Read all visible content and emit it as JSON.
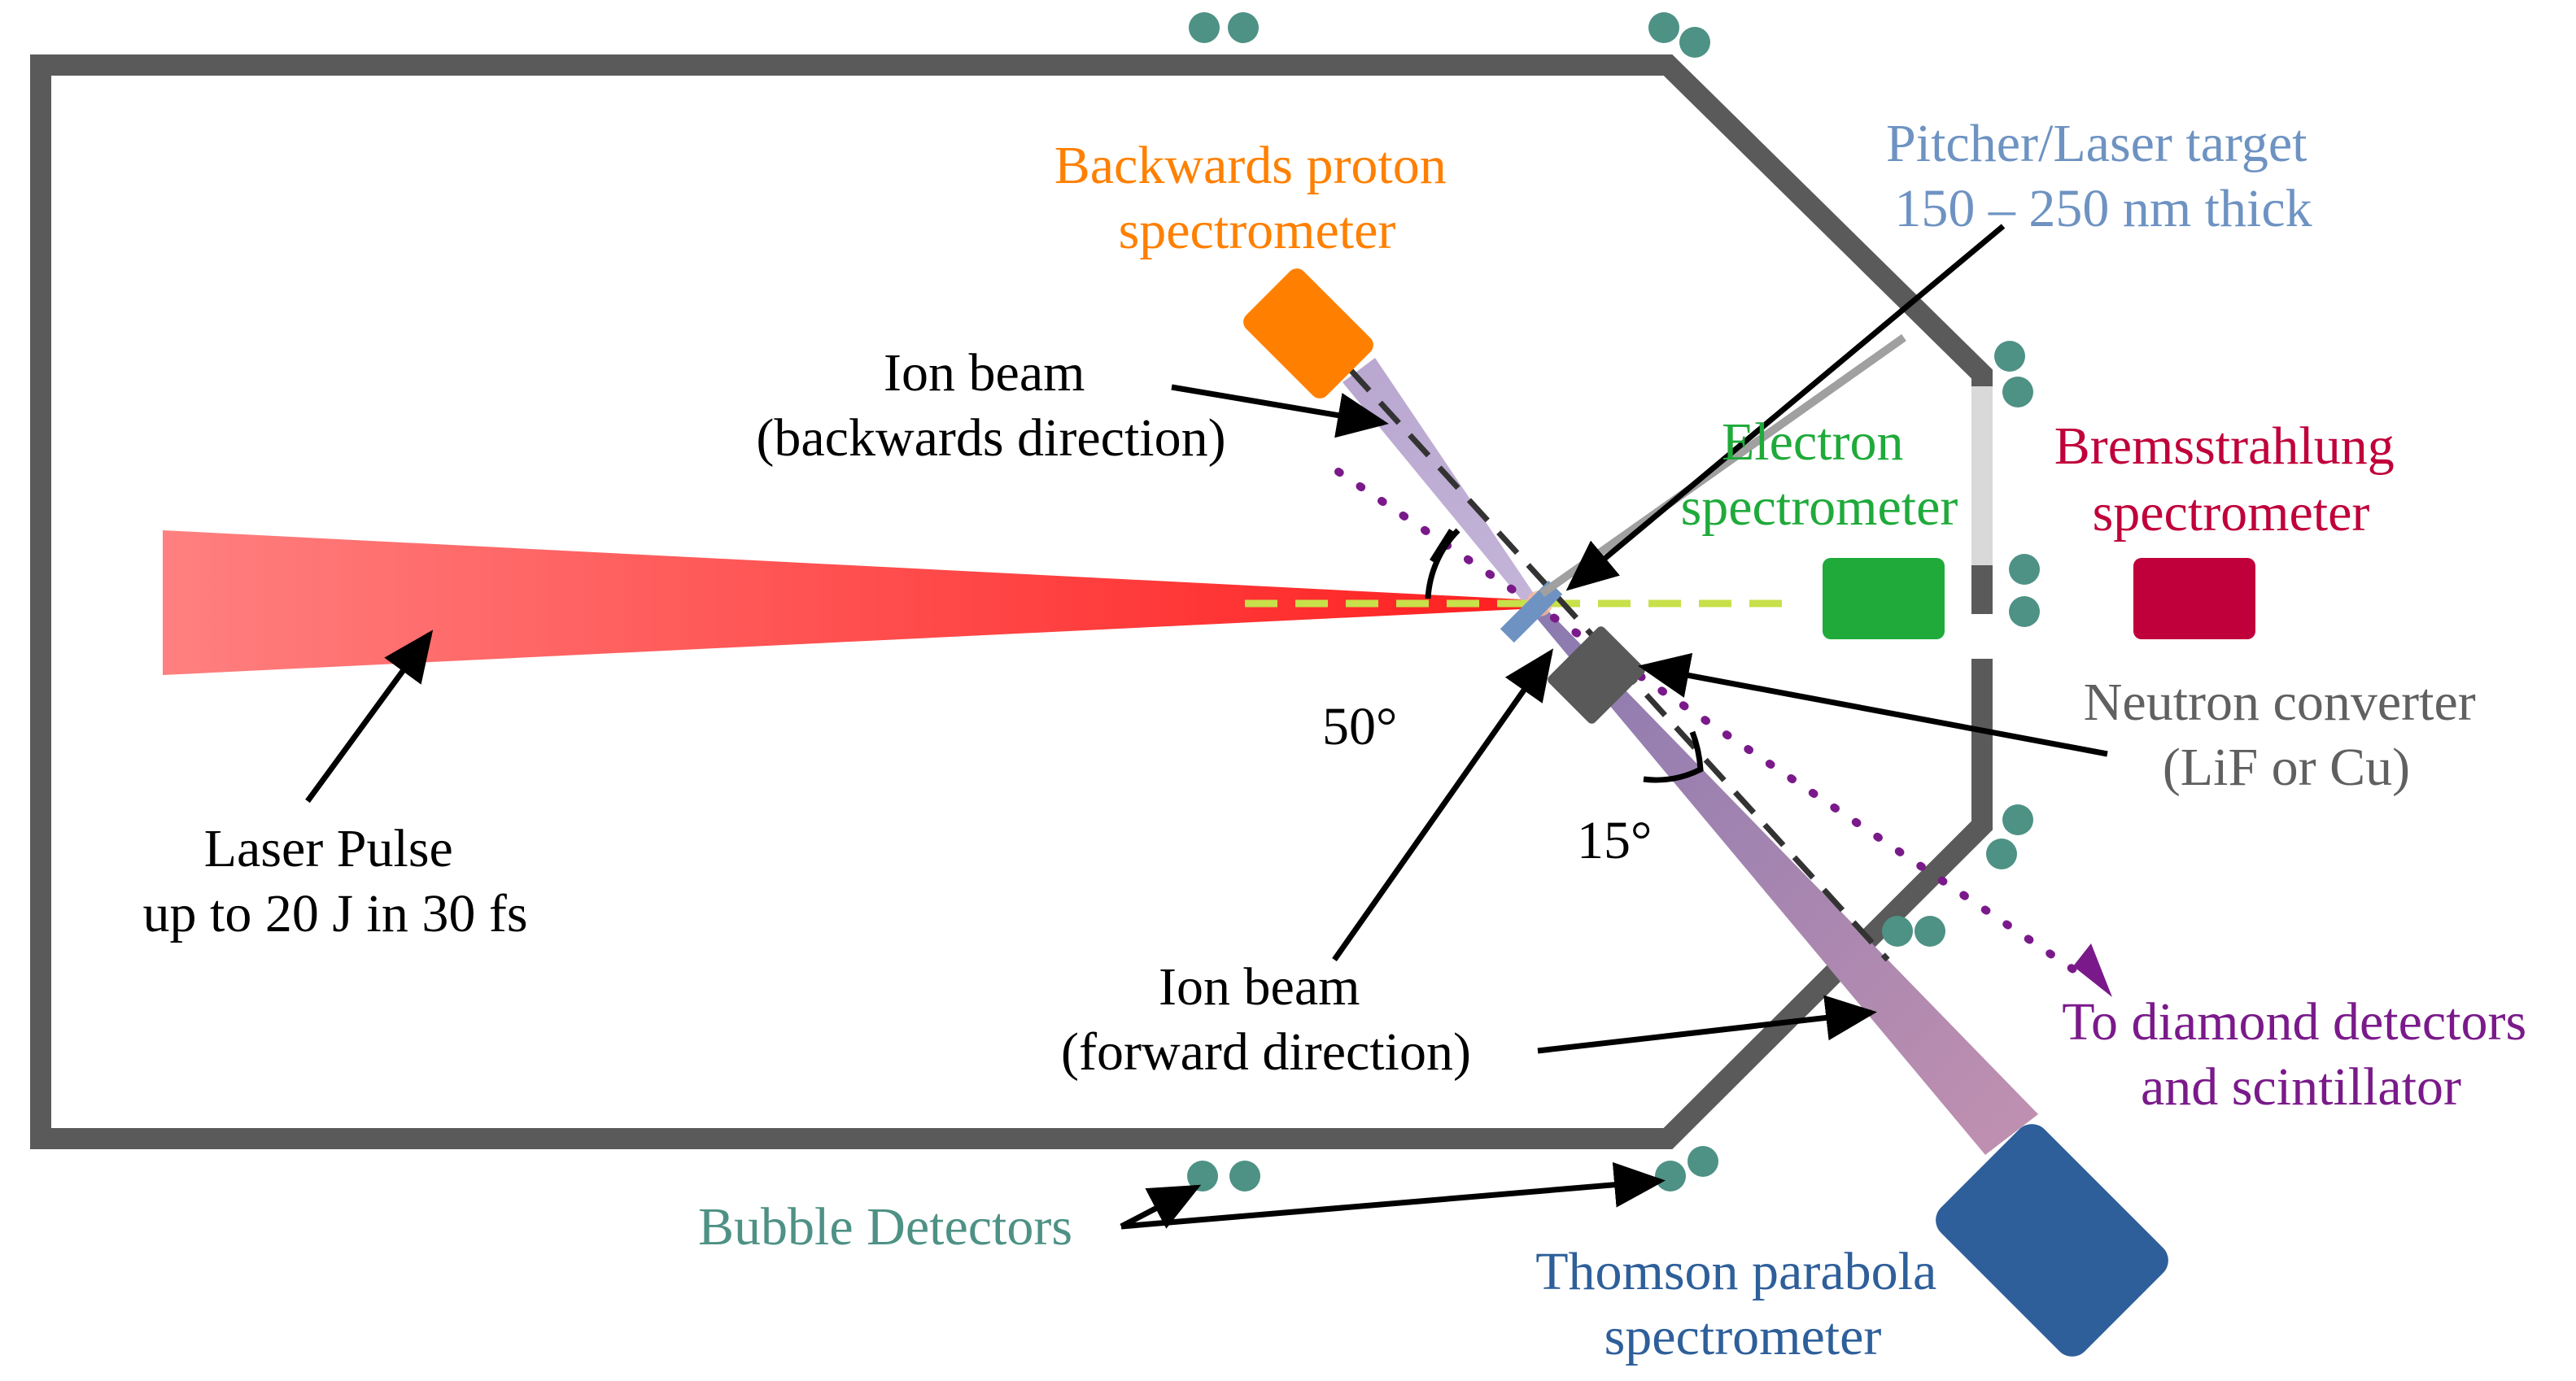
{
  "labels": {
    "backwards_proton": [
      "Backwards proton",
      "spectrometer"
    ],
    "pitcher_target": [
      "Pitcher/Laser target",
      "150 – 250 nm thick"
    ],
    "ion_beam_backwards": [
      "Ion beam",
      "(backwards direction)"
    ],
    "electron_spec": [
      "Electron",
      "spectrometer"
    ],
    "bremsstrahlung_spec": [
      "Bremsstrahlung",
      "spectrometer"
    ],
    "neutron_converter": [
      "Neutron converter",
      "(LiF or Cu)"
    ],
    "laser_pulse": [
      "Laser Pulse",
      "up to 20 J in 30 fs"
    ],
    "angle_50": "50°",
    "angle_15": "15°",
    "ion_beam_forward": [
      "Ion beam",
      "(forward direction)"
    ],
    "diamond_detectors": [
      "To diamond detectors",
      "and scintillator"
    ],
    "bubble_detectors": "Bubble Detectors",
    "thomson_parabola": [
      "Thomson parabola",
      "spectrometer"
    ]
  },
  "colors": {
    "chamber_wall": "#5a5a5a",
    "chamber_window": "#d9d9d9",
    "laser": "#ff2a2a",
    "backwards_proton": "#ff8000",
    "pitcher_target": "#6e93c2",
    "electron": "#1faa3a",
    "bremsstrahlung": "#c0003a",
    "neutron_converter": "#595959",
    "diamond": "#7a1a8a",
    "bubble": "#4e9185",
    "thomson": "#2e5f9a",
    "ion_beam": "#a892b8",
    "electron_axis": "#c8e04a",
    "text": "#000000",
    "gray_text": "#606060"
  }
}
